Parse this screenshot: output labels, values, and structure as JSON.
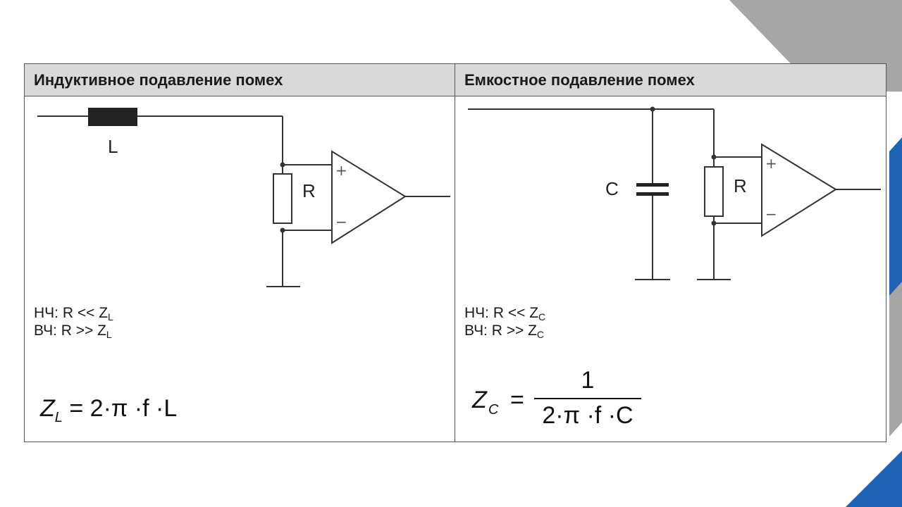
{
  "slide": {
    "accent_gray": "#a6a6a6",
    "accent_blue": "#1f63b5"
  },
  "left": {
    "header": "Индуктивное подавление помех",
    "component_inductor": "L",
    "component_resistor": "R",
    "plus_sign": "+",
    "minus_sign": "−",
    "lf_prefix": "НЧ: R << Z",
    "lf_sub": "L",
    "hf_prefix": "ВЧ: R >> Z",
    "hf_sub": "L",
    "formula": {
      "lhs": "Z",
      "lhs_sub": "L",
      "rhs": "= 2·π ·f ·L"
    }
  },
  "right": {
    "header": "Емкостное подавление помех",
    "component_capacitor": "C",
    "component_resistor": "R",
    "plus_sign": "+",
    "minus_sign": "−",
    "lf_prefix": "НЧ: R << Z",
    "lf_sub": "C",
    "hf_prefix": "ВЧ: R >> Z",
    "hf_sub": "C",
    "formula": {
      "lhs": "Z",
      "lhs_sub": "C",
      "equals": "=",
      "numerator": "1",
      "denominator": "2·π ·f ·C"
    }
  }
}
